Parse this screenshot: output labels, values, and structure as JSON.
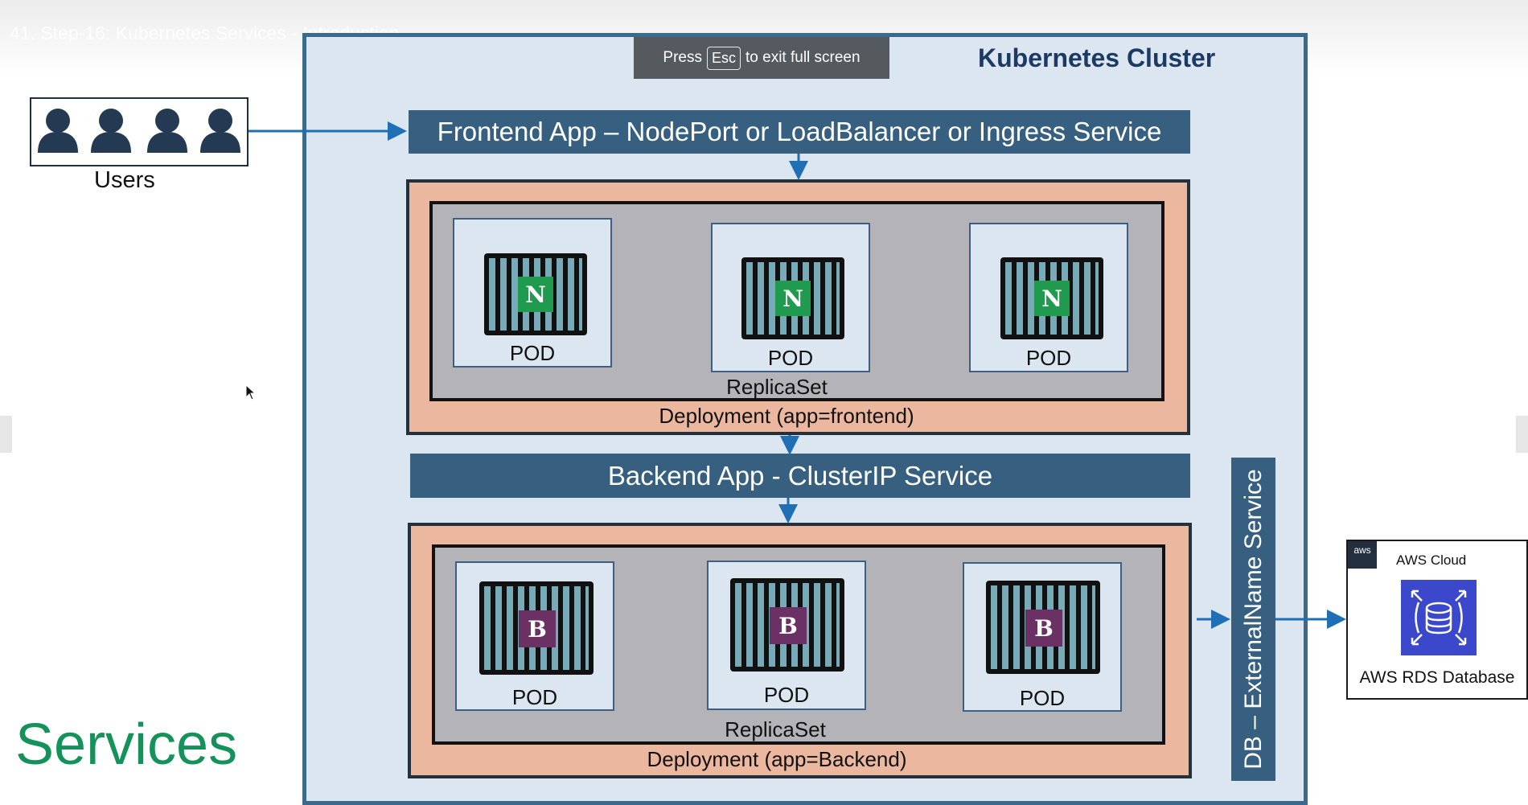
{
  "video_title": "41. Step-16: Kubernetes Services - Introduction",
  "fullscreen_banner": {
    "prefix": "Press",
    "key": "Esc",
    "suffix": "to exit full screen"
  },
  "cluster": {
    "title": "Kubernetes Cluster"
  },
  "users": {
    "label": "Users",
    "icon": "user-icon",
    "count": 4
  },
  "frontend_service": {
    "label": "Frontend App – NodePort or LoadBalancer or Ingress Service"
  },
  "frontend_deployment": {
    "label": "Deployment (app=frontend)",
    "replicaset_label": "ReplicaSet",
    "pods": [
      {
        "label": "POD",
        "badge": "N"
      },
      {
        "label": "POD",
        "badge": "N"
      },
      {
        "label": "POD",
        "badge": "N"
      }
    ],
    "badge_color": "#1f9a4f"
  },
  "backend_service": {
    "label": "Backend App - ClusterIP Service"
  },
  "backend_deployment": {
    "label": "Deployment (app=Backend)",
    "replicaset_label": "ReplicaSet",
    "pods": [
      {
        "label": "POD",
        "badge": "B"
      },
      {
        "label": "POD",
        "badge": "B"
      },
      {
        "label": "POD",
        "badge": "B"
      }
    ],
    "badge_color": "#6b3164"
  },
  "db_service": {
    "label": "DB – ExternalName  Service"
  },
  "aws": {
    "logo_text": "aws",
    "cloud_label": "AWS Cloud",
    "rds_label": "AWS  RDS Database",
    "rds_icon": "database-icon"
  },
  "slide_title": "Services",
  "colors": {
    "service_bar": "#365f80",
    "deployment": "#ecb79f",
    "replicaset": "#b4b4b8",
    "cluster_bg": "#dbe6f1",
    "arrow": "#1f6fb5",
    "services_title": "#14925a"
  }
}
